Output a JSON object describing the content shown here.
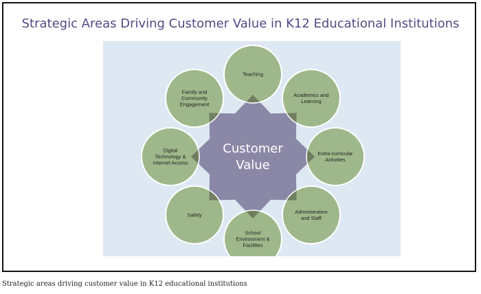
{
  "title": "Strategic Areas Driving Customer Value in K12 Educational Institutions",
  "center_label": [
    "Customer",
    "Value"
  ],
  "areas": [
    {
      "key": "teaching",
      "lines": [
        "Teaching"
      ]
    },
    {
      "key": "academics",
      "lines": [
        "Academics and",
        "Learning"
      ]
    },
    {
      "key": "extracurricular",
      "lines": [
        "Extra-curricular",
        "Activities"
      ]
    },
    {
      "key": "administration",
      "lines": [
        "Administration",
        "and Staff"
      ]
    },
    {
      "key": "environment",
      "lines": [
        "School",
        "Environment &",
        "Facilities"
      ]
    },
    {
      "key": "safety",
      "lines": [
        "Safety"
      ]
    },
    {
      "key": "digital",
      "lines": [
        "Digital",
        "Technology &",
        "Internet Access"
      ]
    },
    {
      "key": "family",
      "lines": [
        "Family and",
        "Community",
        "Engagement"
      ]
    }
  ],
  "colors": {
    "title": "#4f4a86",
    "panel_bg": "#dde8f3",
    "center_fill": "#8b88a7",
    "circle_fill": "#9fb88b",
    "circle_stroke": "#ffffff",
    "overlap_fill": "#6f7f60"
  },
  "caption": "Strategic areas driving customer value in K12 educational institutions"
}
